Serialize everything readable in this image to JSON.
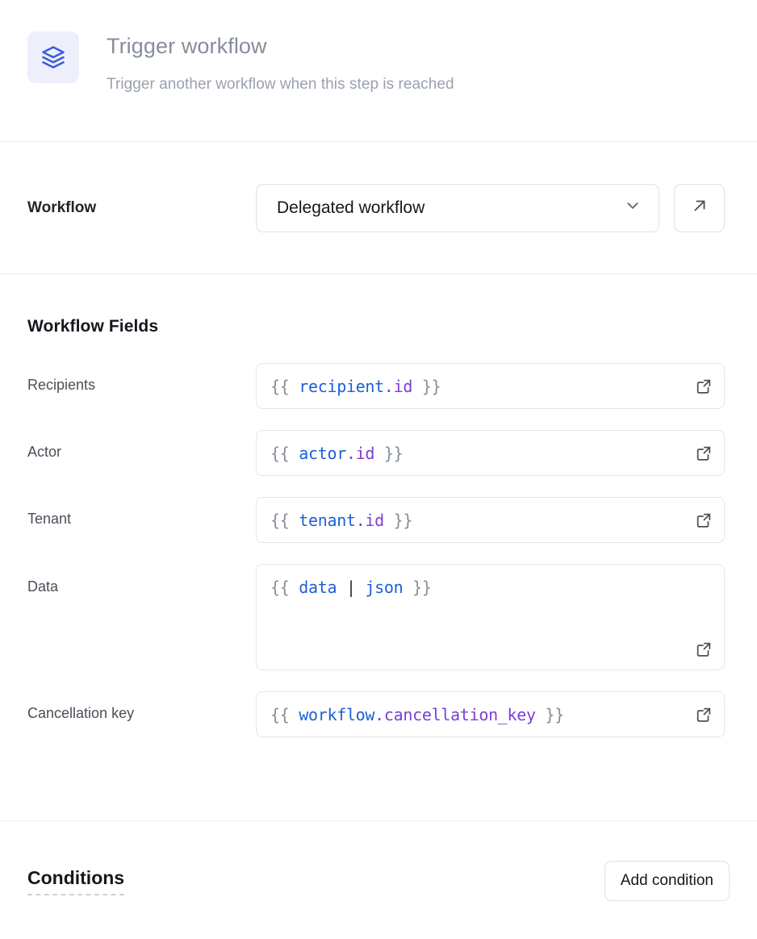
{
  "header": {
    "icon": "layers-stack-icon",
    "icon_color": "#3b5bdb",
    "icon_background": "#edf0fb",
    "title": "Trigger workflow",
    "subtitle": "Trigger another workflow when this step is reached"
  },
  "workflow_section": {
    "label": "Workflow",
    "select": {
      "value": "Delegated workflow",
      "chevron": "chevron-down-icon"
    },
    "open_button": {
      "icon": "arrow-up-right-icon"
    }
  },
  "fields_section": {
    "title": "Workflow Fields",
    "expand_icon": "external-link-icon",
    "fields": [
      {
        "label": "Recipients",
        "type": "input",
        "tokens": [
          {
            "t": "{{ ",
            "k": "brace"
          },
          {
            "t": "recipient",
            "k": "base"
          },
          {
            "t": ".id",
            "k": "prop"
          },
          {
            "t": " }}",
            "k": "brace"
          }
        ],
        "raw": "{{ recipient.id }}"
      },
      {
        "label": "Actor",
        "type": "input",
        "tokens": [
          {
            "t": "{{ ",
            "k": "brace"
          },
          {
            "t": "actor",
            "k": "base"
          },
          {
            "t": ".id",
            "k": "prop"
          },
          {
            "t": " }}",
            "k": "brace"
          }
        ],
        "raw": "{{ actor.id }}"
      },
      {
        "label": "Tenant",
        "type": "input",
        "tokens": [
          {
            "t": "{{ ",
            "k": "brace"
          },
          {
            "t": "tenant",
            "k": "base"
          },
          {
            "t": ".id",
            "k": "prop"
          },
          {
            "t": " }}",
            "k": "brace"
          }
        ],
        "raw": "{{ tenant.id }}"
      },
      {
        "label": "Data",
        "type": "textarea",
        "tokens": [
          {
            "t": "{{ ",
            "k": "brace"
          },
          {
            "t": "data",
            "k": "base"
          },
          {
            "t": " | ",
            "k": "pipe"
          },
          {
            "t": "json",
            "k": "filter"
          },
          {
            "t": " }}",
            "k": "brace"
          }
        ],
        "raw": "{{ data | json }}"
      },
      {
        "label": "Cancellation key",
        "type": "input",
        "tokens": [
          {
            "t": "{{ ",
            "k": "brace"
          },
          {
            "t": "workflow",
            "k": "base"
          },
          {
            "t": ".cancellation_key",
            "k": "prop"
          },
          {
            "t": " }}",
            "k": "brace"
          }
        ],
        "raw": "{{ workflow.cancellation_key }}"
      }
    ]
  },
  "conditions_section": {
    "title": "Conditions",
    "add_button_label": "Add condition"
  },
  "colors": {
    "accent": "#3b5bdb",
    "text_primary": "#14181d",
    "text_muted": "#868e9b",
    "border": "#e3e6ea",
    "divider": "#e9ecef",
    "code_base": "#1c5fd8",
    "code_prop": "#7c3fd4",
    "code_brace": "#868e96"
  }
}
